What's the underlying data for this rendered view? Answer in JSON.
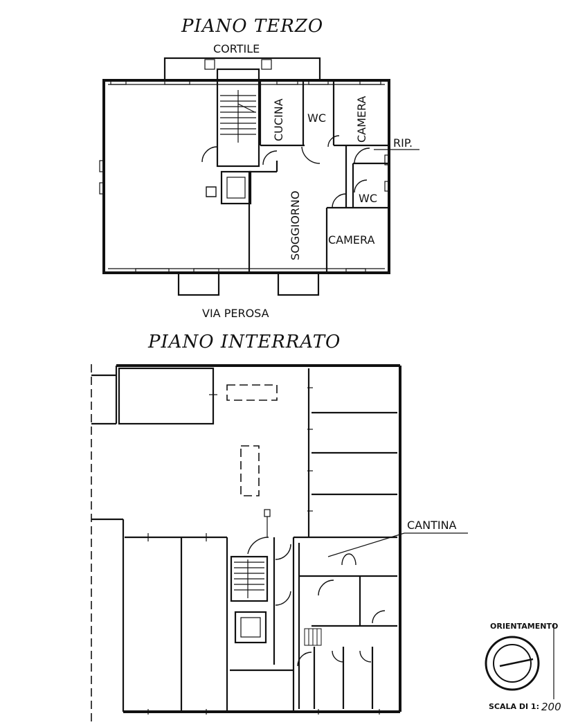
{
  "upper_floor": {
    "title": "PIANO TERZO",
    "courtyard_label": "CORTILE",
    "street_label": "VIA PEROSA",
    "rooms": {
      "kitchen": "CUCINA",
      "wc_top": "WC",
      "bedroom_top": "CAMERA",
      "storage": "RIP.",
      "wc_small": "WC",
      "living": "SOGGIORNO",
      "bedroom_bottom": "CAMERA"
    }
  },
  "basement": {
    "title": "PIANO INTERRATO",
    "cellar_label": "CANTINA"
  },
  "legend": {
    "orientation_label": "ORIENTAMENTO",
    "scale_label": "SCALA DI 1:",
    "scale_value": "200"
  }
}
